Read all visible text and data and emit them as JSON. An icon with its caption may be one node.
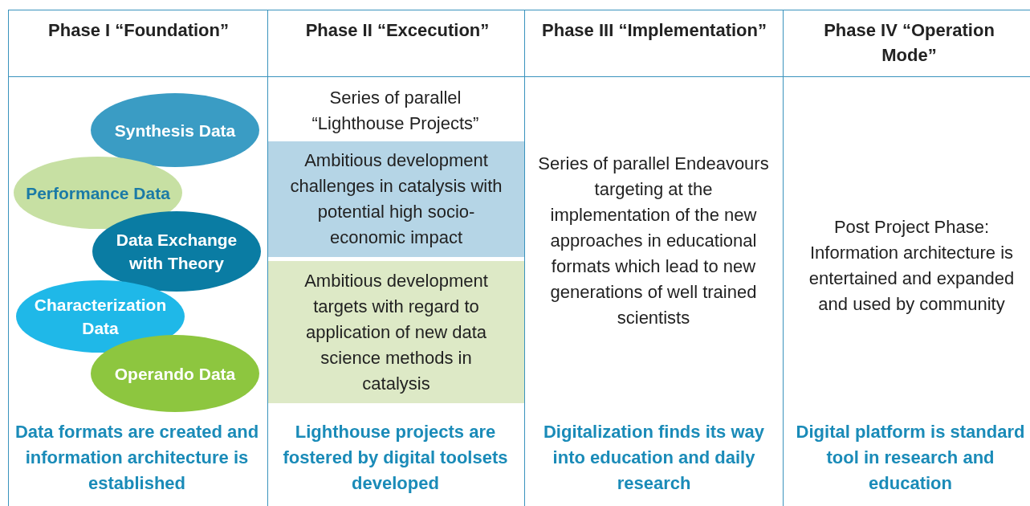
{
  "diagram": {
    "nodes": [
      {
        "text": [
          "Synthesis Data"
        ]
      },
      {
        "text": [
          "Performance Data"
        ]
      },
      {
        "text": [
          "Data Exchange with Theory"
        ]
      },
      {
        "text": [
          "Characterization Data"
        ]
      },
      {
        "text": [
          "Operando Data"
        ]
      },
      {
        "text": [
          "Ambitious development challenges in catalysis with potential high socio-economic impact"
        ]
      },
      {
        "text": [
          "Ambitious development targets with regard to application of new data science methods in catalysis"
        ]
      }
    ],
    "edges": [],
    "labels": [
      "Phase I “Foundation”",
      "Phase II “Excecution”",
      "Phase III “Implementation”",
      "Phase IV “Operation Mode”",
      "Series of parallel “Lighthouse Projects”",
      "Series of parallel Endeavours targeting at the implementation of the new approaches in educational formats which lead to new generations of well trained scientists",
      "Post Project Phase: Information architecture is entertained and expanded and used by community",
      "Data formats are created and information architecture is established",
      "Lighthouse projects are fostered by digital toolsets developed",
      "Digitalization finds its way into education and daily research",
      "Digital platform is standard tool in research and education"
    ]
  }
}
